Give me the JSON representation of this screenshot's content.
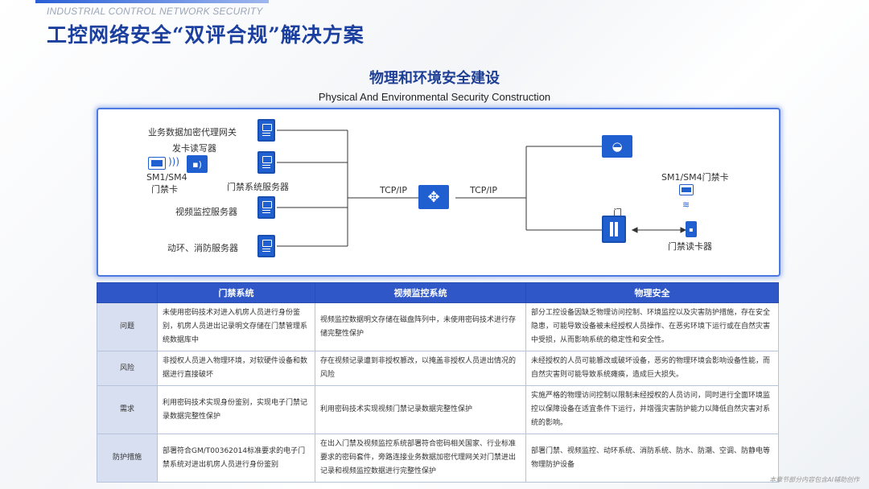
{
  "header": {
    "tagline": "INDUSTRIAL CONTROL NETWORK SECURITY",
    "title": "工控网络安全“双评合规”解决方案"
  },
  "section": {
    "title": "物理和环境安全建设",
    "subtitle": "Physical And Environmental Security Construction"
  },
  "diagram": {
    "labels": {
      "encrypt_gateway": "业务数据加密代理网关",
      "card_writer": "发卡读写器",
      "sm_card_left_1": "SM1/SM4",
      "sm_card_left_2": "门禁卡",
      "access_server": "门禁系统服务器",
      "video_server": "视频监控服务器",
      "env_fire_server": "动环、消防服务器",
      "tcpip_left": "TCP/IP",
      "tcpip_right": "TCP/IP",
      "sm_card_right": "SM1/SM4门禁卡",
      "door": "门",
      "card_reader": "门禁读卡器"
    },
    "icons": {
      "switch": "network-switch-icon",
      "camera": "dome-camera-icon",
      "server": "server-icon",
      "door": "door-icon",
      "card": "access-card-icon",
      "wireless": "wireless-signal-icon"
    },
    "colors": {
      "accent": "#1f5fd0",
      "border": "#4d7ae0"
    }
  },
  "table": {
    "columns": [
      "",
      "门禁系统",
      "视频监控系统",
      "物理安全"
    ],
    "rows": [
      {
        "label": "问题",
        "cells": [
          "未使用密码技术对进入机房人员进行身份鉴别，机房人员进出记录明文存储在门禁管理系统数据库中",
          "视频监控数据明文存储在磁盘阵列中，未使用密码技术进行存储完整性保护",
          "部分工控设备因缺乏物理访问控制、环境监控以及灾害防护措施，存在安全隐患，可能导致设备被未经授权人员操作、在恶劣环境下运行或在自然灾害中受损，从而影响系统的稳定性和安全性。"
        ]
      },
      {
        "label": "风险",
        "cells": [
          "非授权人员进入物理环境，对软硬件设备和数据进行直接破坏",
          "存在视频记录遭到非授权篡改，以掩盖非授权人员进出情况的风险",
          "未经授权的人员可能篡改或破坏设备，恶劣的物理环境会影响设备性能，而自然灾害则可能导致系统瘫痪，造成巨大损失。"
        ]
      },
      {
        "label": "需求",
        "cells": [
          "利用密码技术实现身份鉴别，实现电子门禁记录数据完整性保护",
          "利用密码技术实现视频门禁记录数据完整性保护",
          "实施严格的物理访问控制以限制未经授权的人员访问，同时进行全面环境监控以保障设备在适宜条件下运行，并增强灾害防护能力以降低自然灾害对系统的影响。"
        ]
      },
      {
        "label": "防护措施",
        "cells": [
          "部署符合GM/T00362014标准要求的电子门禁系统对进出机房人员进行身份鉴别",
          "在出入门禁及视频监控系统部署符合密码相关国家、行业标准要求的密码套件，旁路连接业务数据加密代理网关对门禁进出记录和视频监控数据进行完整性保护",
          "部署门禁、视频监控、动环系统、消防系统、防水、防潮、空调、防静电等物理防护设备"
        ]
      }
    ]
  },
  "footnote": "本章节部分内容包含AI辅助创作"
}
